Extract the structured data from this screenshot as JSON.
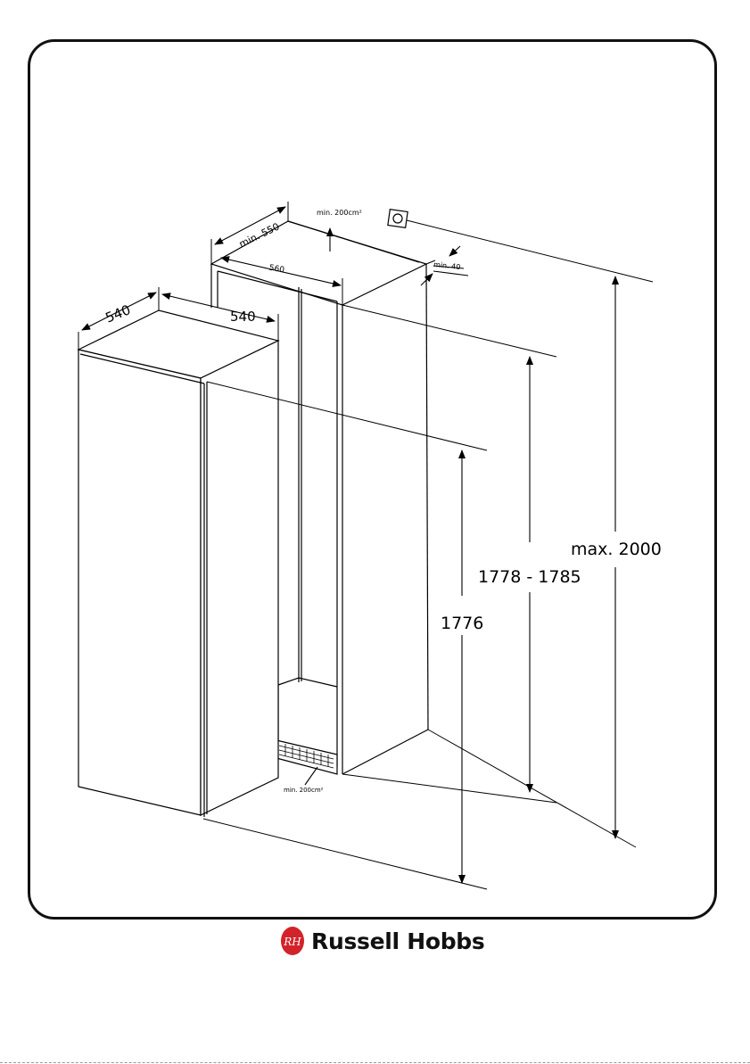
{
  "diagram": {
    "labels": {
      "appliance_depth": "540",
      "appliance_width": "540",
      "niche_depth": "min. 550",
      "niche_width": "560",
      "top_vent": "min. 200cm²",
      "rear_gap": "min. 40",
      "bottom_vent": "min. 200cm²",
      "appliance_height": "1776",
      "niche_height": "1778 - 1785",
      "max_height": "max. 2000"
    }
  },
  "brand": {
    "name": "Russell Hobbs",
    "logo_monogram": "RH",
    "logo_color": "#d2232a"
  }
}
